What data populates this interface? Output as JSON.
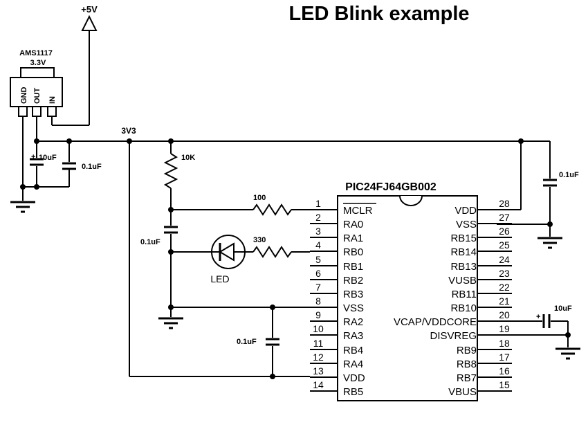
{
  "title": "LED Blink example",
  "supply": {
    "label": "+5V"
  },
  "regulator": {
    "name": "AMS1117",
    "voltage": "3.3V",
    "pins": [
      "GND",
      "OUT",
      "IN"
    ]
  },
  "rail_label": "3V3",
  "components": {
    "c_reg_elec": {
      "value": "10uF",
      "polarity": "+"
    },
    "c_reg": {
      "value": "0.1uF"
    },
    "r_pullup": {
      "value": "10K"
    },
    "r_mclr": {
      "value": "100"
    },
    "c_mclr": {
      "value": "0.1uF"
    },
    "led": {
      "label": "LED"
    },
    "r_led": {
      "value": "330"
    },
    "c_vss_vdd": {
      "value": "0.1uF"
    },
    "c_vdd28": {
      "value": "0.1uF"
    },
    "c_vcap": {
      "value": "10uF",
      "polarity": "+"
    }
  },
  "chip": {
    "name": "PIC24FJ64GB002",
    "left_pins": [
      {
        "num": "1",
        "name": "MCLR"
      },
      {
        "num": "2",
        "name": "RA0"
      },
      {
        "num": "3",
        "name": "RA1"
      },
      {
        "num": "4",
        "name": "RB0"
      },
      {
        "num": "5",
        "name": "RB1"
      },
      {
        "num": "6",
        "name": "RB2"
      },
      {
        "num": "7",
        "name": "RB3"
      },
      {
        "num": "8",
        "name": "VSS"
      },
      {
        "num": "9",
        "name": "RA2"
      },
      {
        "num": "10",
        "name": "RA3"
      },
      {
        "num": "11",
        "name": "RB4"
      },
      {
        "num": "12",
        "name": "RA4"
      },
      {
        "num": "13",
        "name": "VDD"
      },
      {
        "num": "14",
        "name": "RB5"
      }
    ],
    "right_pins": [
      {
        "num": "28",
        "name": "VDD"
      },
      {
        "num": "27",
        "name": "VSS"
      },
      {
        "num": "26",
        "name": "RB15"
      },
      {
        "num": "25",
        "name": "RB14"
      },
      {
        "num": "24",
        "name": "RB13"
      },
      {
        "num": "23",
        "name": "VUSB"
      },
      {
        "num": "22",
        "name": "RB11"
      },
      {
        "num": "21",
        "name": "RB10"
      },
      {
        "num": "20",
        "name": "VCAP/VDDCORE"
      },
      {
        "num": "19",
        "name": "DISVREG"
      },
      {
        "num": "18",
        "name": "RB9"
      },
      {
        "num": "17",
        "name": "RB8"
      },
      {
        "num": "16",
        "name": "RB7"
      },
      {
        "num": "15",
        "name": "VBUS"
      }
    ]
  }
}
